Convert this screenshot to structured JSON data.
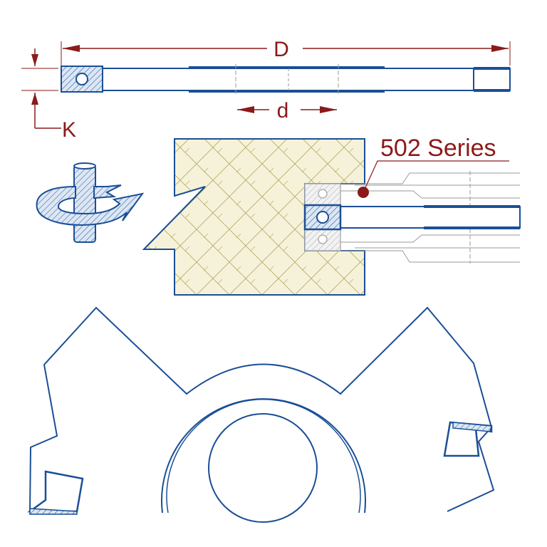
{
  "labels": {
    "outer_diameter": "D",
    "bore_diameter": "d",
    "cutting_height": "K",
    "series": "502 Series"
  },
  "colors": {
    "outline": "#1a4f96",
    "dimension": "#8b1a1a",
    "wood_fill": "#f4f0d6",
    "wood_hatch": "#b8b070",
    "hatch_fill": "#c9d8ee",
    "construction": "#9a9a9a"
  }
}
